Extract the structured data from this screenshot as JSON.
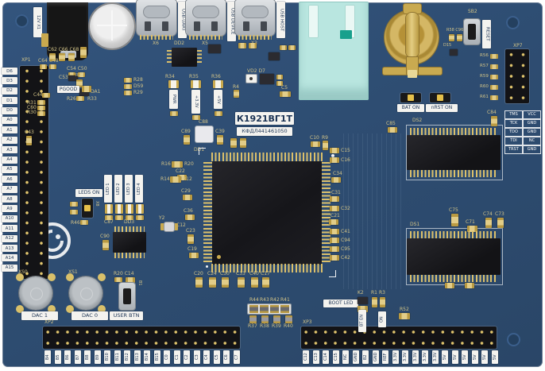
{
  "board": {
    "title": "К1921ВГ1Т",
    "part_number": "КФДЛ441461050",
    "colors": {
      "pcb": "#2e4d72",
      "gold": "#c9a94e",
      "silk": "#f4f3ef",
      "ethernet": "#b9e6e0"
    }
  },
  "top": {
    "power_jack_label": "12V X1",
    "usb_ports": [
      {
        "ref": "X6",
        "label": "USB-UART"
      },
      {
        "ref": "X5",
        "label": "USB DEVICE"
      },
      {
        "ref": "X3",
        "label": "USB HOST"
      }
    ],
    "reset": {
      "ref": "SB2",
      "label": "RESET",
      "parts": "R58 C96",
      "diode": "D15"
    },
    "power_leds": {
      "resistors": [
        "R34",
        "R35",
        "R36"
      ],
      "labels": [
        "PWR",
        "+3.3V",
        "+5V"
      ]
    },
    "pgood_label": "PGOOD",
    "vd_label": "VD2 D7"
  },
  "jtag": {
    "header_ref": "XP7",
    "resistors": [
      "R56",
      "R57",
      "R59",
      "R60",
      "R61"
    ],
    "pinout": [
      {
        "l": "TMS",
        "r": "VCC"
      },
      {
        "l": "TCK",
        "r": "GND"
      },
      {
        "l": "TDO",
        "r": "GND"
      },
      {
        "l": "TDI",
        "r": "NC"
      },
      {
        "l": "TRST",
        "r": "GND"
      }
    ]
  },
  "jumpers": {
    "bat_on": "BAT ON",
    "nrst_on": "nRST ON"
  },
  "headers": {
    "xp1": {
      "ref": "XP1",
      "labels": [
        "D6",
        "D3",
        "D2",
        "D1",
        "D0",
        "A0",
        "A1",
        "A2",
        "A3",
        "A4",
        "A5",
        "A6",
        "A7",
        "A8",
        "A9",
        "A10",
        "A11",
        "A12",
        "A13",
        "A14",
        "A15"
      ]
    },
    "xp2": {
      "ref": "XP2",
      "labels": [
        "B4",
        "B5",
        "B6",
        "B7",
        "B8",
        "B9",
        "B10",
        "B11",
        "B12",
        "B13",
        "B14",
        "B15",
        "C0",
        "C1",
        "C2",
        "C3",
        "C4",
        "C5",
        "C6",
        "C7"
      ]
    },
    "xp3": {
      "ref": "XP3",
      "labels": [
        "C12",
        "C13",
        "C14",
        "C15",
        "NC",
        "GND",
        "B2",
        "GND",
        "REF",
        "3.3V",
        "3.3V",
        "3.3V",
        "3.3V",
        "3.3V",
        "5V",
        "5V",
        "5V",
        "5V",
        "5V",
        "5V"
      ]
    }
  },
  "memory": {
    "ds2_ref": "DS2",
    "ds1_ref": "DS1"
  },
  "leds": {
    "enable_label": "LEDS ON",
    "jumper_ref": "X8",
    "labels": [
      "LED 1",
      "LED 2",
      "LED 3",
      "LED 4"
    ]
  },
  "dac": {
    "xs0_ref": "XS0",
    "xs1_ref": "XS1",
    "dac1_label": "DAC 1",
    "dac0_label": "DAC 0"
  },
  "user_button": {
    "label": "USER BTN",
    "parts": "R20 C14",
    "ref": "B1"
  },
  "boot": {
    "label": "BOOT LED",
    "k2": "K2",
    "r1": "R1",
    "r3": "R3",
    "bt_en": "BT EN",
    "on": "ON",
    "r52": "R52"
  },
  "refs": {
    "dd1": "DD1",
    "dd2": "DD2",
    "dd3": "DD3",
    "c84": "C84",
    "c85": "C85",
    "c75": "C75",
    "c71": "C71",
    "c74": "C74",
    "c73": "C73",
    "c88": "C88",
    "c89": "C89",
    "c39": "C39",
    "y2": "Y2",
    "c36": "C36",
    "c12": "C12",
    "c23": "C23",
    "c19": "C19",
    "c22": "C22",
    "c29": "C29",
    "r16": "R16",
    "r20": "R20",
    "r14": "R14",
    "r12": "R12",
    "c10": "C10",
    "r9": "R9",
    "c15": "C15",
    "c16": "C16",
    "c34": "C34",
    "c31": "C31",
    "c32": "C32",
    "c21": "C21",
    "c41": "C41",
    "c94": "C94",
    "c95": "C95",
    "c42": "C42",
    "c20": "C20",
    "c24": "C24",
    "c30": "C30",
    "c33": "C33",
    "c40": "C40",
    "c17": "C17",
    "r44": "R44",
    "r43": "R43",
    "r42": "R42",
    "r41": "R41",
    "r37": "R37",
    "r38": "R38",
    "r39": "R39",
    "r40": "R40",
    "r31": "R31",
    "c60": "C60",
    "r30": "R30",
    "c43": "C43",
    "c62_66_68": "C62 C66 C68",
    "c64_48": "C64 C48",
    "c54_50": "C54 C50",
    "c53": "C53",
    "da1": "DA1",
    "r21": "R21",
    "r28": "R28",
    "d59": "D59",
    "r29": "R29",
    "r26": "R26",
    "r33": "R33",
    "c44": "C44",
    "c87": "C87",
    "c90": "C90",
    "r46": "R46",
    "r4": "R4",
    "c5": "C5"
  }
}
